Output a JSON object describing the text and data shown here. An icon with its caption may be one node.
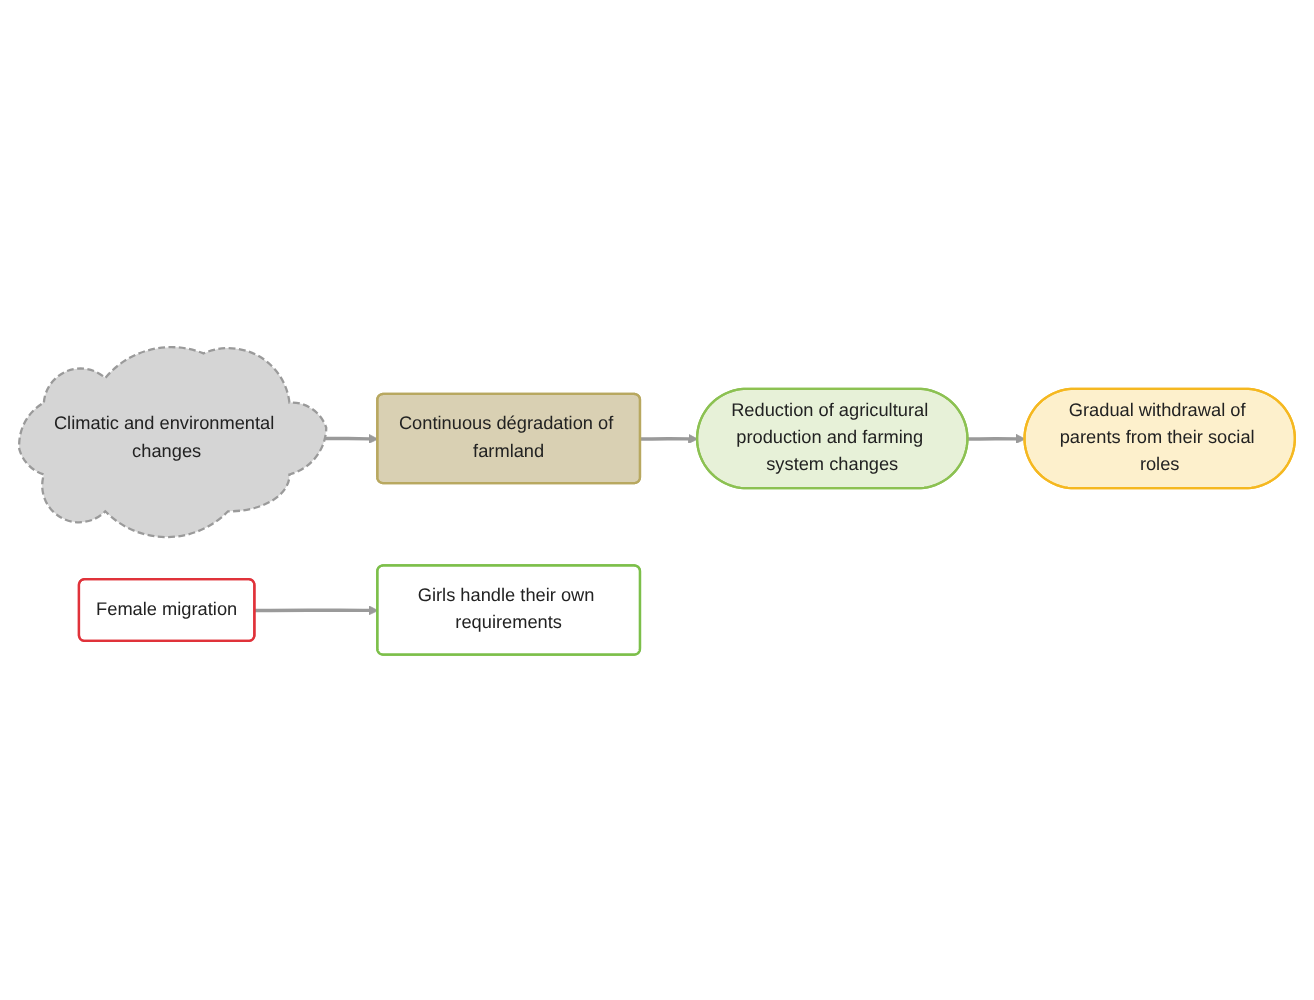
{
  "diagram": {
    "nodes": [
      {
        "text": [
          "Climatic and environmental changes"
        ]
      },
      {
        "text": [
          "Continuous dégradation of farmland"
        ]
      },
      {
        "text": [
          "Reduction of agricultural production and farming system changes"
        ]
      },
      {
        "text": [
          "Gradual withdrawal of parents from their social roles"
        ]
      },
      {
        "text": [
          "Girls handle their own requirements"
        ]
      },
      {
        "text": [
          "Female migration"
        ]
      }
    ],
    "edges": [
      {
        "from": 0,
        "to": 1,
        "arrow": "to"
      },
      {
        "from": 1,
        "to": 2,
        "arrow": "to"
      },
      {
        "from": 2,
        "to": 3,
        "arrow": "to"
      },
      {
        "from": 5,
        "to": 4,
        "arrow": "to"
      }
    ]
  }
}
